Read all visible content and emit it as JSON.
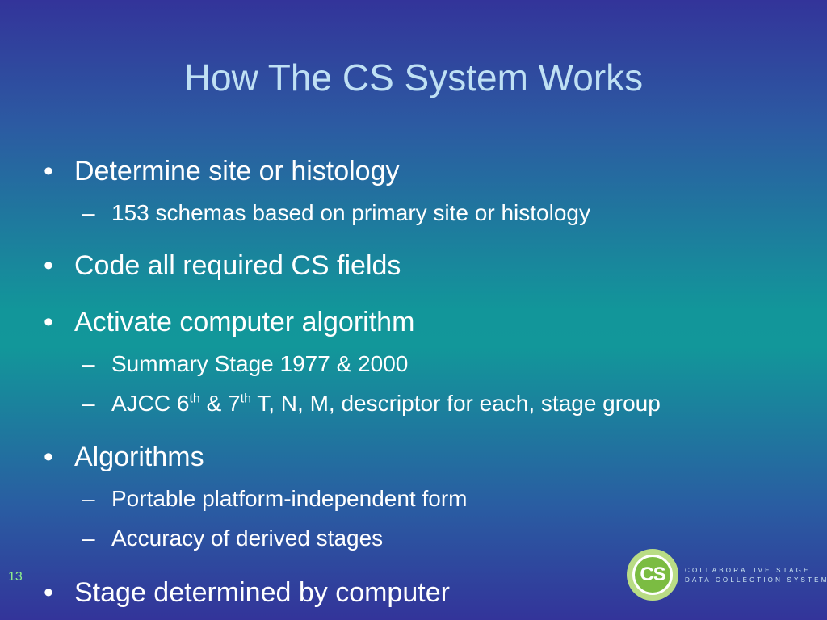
{
  "slide": {
    "title": "How The CS System Works",
    "page_number": "13",
    "logo": {
      "mark": "CS",
      "line1": "COLLABORATIVE STAGE",
      "line2": "DATA COLLECTION SYSTEM"
    },
    "bullet_char": "•",
    "dash_char": "–",
    "items": [
      {
        "text": "Determine site or histology",
        "subitems": [
          "153 schemas based on primary site or histology"
        ]
      },
      {
        "text": "Code all required CS fields",
        "subitems": []
      },
      {
        "text": "Activate computer algorithm",
        "subitems": [
          "Summary Stage 1977 & 2000",
          {
            "p1": "AJCC 6",
            "sup1": "th",
            "p2": " & 7",
            "sup2": "th",
            "p3": " T, N, M, descriptor for each, stage group"
          }
        ]
      },
      {
        "text": "Algorithms",
        "subitems": [
          "Portable platform-independent form",
          "Accuracy of derived stages"
        ]
      },
      {
        "text": "Stage determined by computer",
        "subitems": []
      }
    ]
  }
}
